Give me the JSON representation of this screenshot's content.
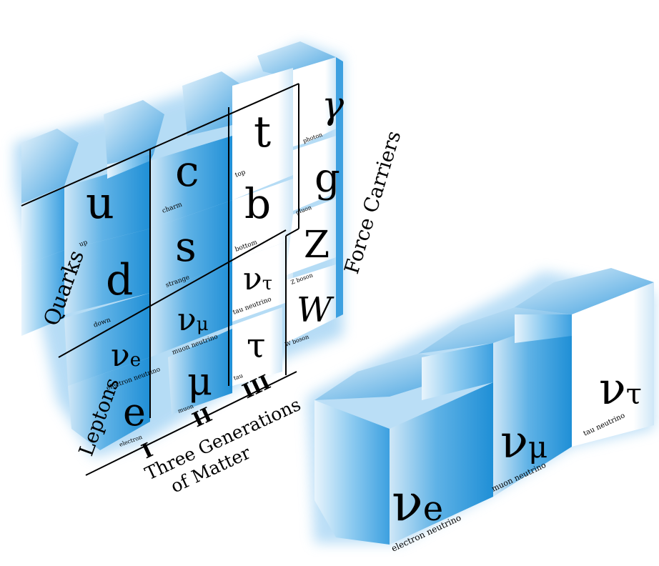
{
  "quarks": [
    {
      "symbol": "u",
      "sub": "",
      "name": "up"
    },
    {
      "symbol": "c",
      "sub": "",
      "name": "charm"
    },
    {
      "symbol": "t",
      "sub": "",
      "name": "top"
    },
    {
      "symbol": "d",
      "sub": "",
      "name": "down"
    },
    {
      "symbol": "s",
      "sub": "",
      "name": "strange"
    },
    {
      "symbol": "b",
      "sub": "",
      "name": "bottom"
    }
  ],
  "leptons": [
    {
      "symbol": "ν",
      "sub": "e",
      "name": "electron neutrino"
    },
    {
      "symbol": "ν",
      "sub": "μ",
      "name": "muon neutrino"
    },
    {
      "symbol": "ν",
      "sub": "τ",
      "name": "tau neutrino"
    },
    {
      "symbol": "e",
      "sub": "",
      "name": "electron"
    },
    {
      "symbol": "μ",
      "sub": "",
      "name": "muon"
    },
    {
      "symbol": "τ",
      "sub": "",
      "name": "tau"
    }
  ],
  "force_carriers": [
    {
      "symbol": "γ",
      "name": "photon"
    },
    {
      "symbol": "g",
      "name": "gluon"
    },
    {
      "symbol": "Z",
      "name": "Z boson"
    },
    {
      "symbol": "W",
      "name": "W boson"
    }
  ],
  "labels": {
    "quarks": "Quarks",
    "leptons": "Leptons",
    "force_carriers": "Force Carriers",
    "gen_i": "I",
    "gen_ii": "II",
    "gen_iii": "III",
    "generations_line1": "Three Generations",
    "generations_line2": "of Matter"
  },
  "neutrino_cubes": [
    {
      "symbol": "ν",
      "sub": "e",
      "name": "electron neutrino"
    },
    {
      "symbol": "ν",
      "sub": "μ",
      "name": "muon neutrino"
    },
    {
      "symbol": "ν",
      "sub": "τ",
      "name": "tau neutrino"
    }
  ],
  "colors": {
    "cube_dark": "#1f8fd6",
    "cube_mid": "#5fb2e6",
    "cube_light": "#cfe7f7",
    "glow": "#bfe0f6",
    "line": "#000000",
    "text": "#000000"
  }
}
